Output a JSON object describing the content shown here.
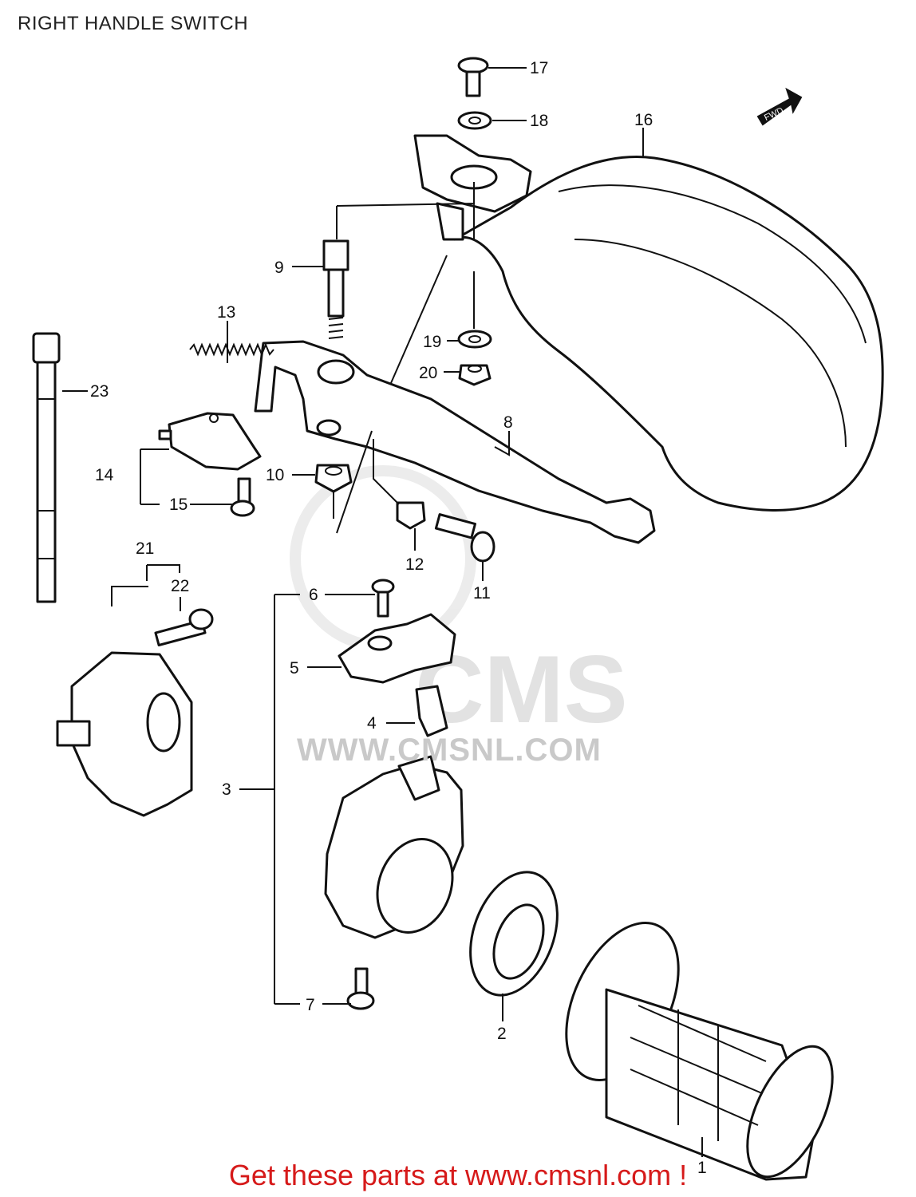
{
  "diagram": {
    "title": "RIGHT HANDLE SWITCH",
    "fwd_label": "FWD",
    "watermark": "WWW.CMSNL.COM",
    "watermark_logo": "CMS",
    "footer": "Get these parts at www.cmsnl.com !",
    "footer_color": "#d61a1a",
    "callouts": [
      "1",
      "2",
      "3",
      "4",
      "5",
      "6",
      "7",
      "8",
      "9",
      "10",
      "11",
      "12",
      "13",
      "14",
      "15",
      "16",
      "17",
      "18",
      "19",
      "20",
      "21",
      "22",
      "23"
    ],
    "parts": [
      {
        "ref": "1",
        "name": "grip"
      },
      {
        "ref": "2",
        "name": "throttle-drum"
      },
      {
        "ref": "3",
        "name": "switch-housing-assembly"
      },
      {
        "ref": "4",
        "name": "clip"
      },
      {
        "ref": "5",
        "name": "cable-cover-plate"
      },
      {
        "ref": "6",
        "name": "screw"
      },
      {
        "ref": "7",
        "name": "screw"
      },
      {
        "ref": "8",
        "name": "brake-lever"
      },
      {
        "ref": "9",
        "name": "bolt"
      },
      {
        "ref": "10",
        "name": "nut"
      },
      {
        "ref": "11",
        "name": "adjuster-bolt"
      },
      {
        "ref": "12",
        "name": "nut"
      },
      {
        "ref": "13",
        "name": "spring"
      },
      {
        "ref": "14",
        "name": "stop-switch"
      },
      {
        "ref": "15",
        "name": "screw"
      },
      {
        "ref": "16",
        "name": "hand-guard"
      },
      {
        "ref": "17",
        "name": "screw"
      },
      {
        "ref": "18",
        "name": "washer"
      },
      {
        "ref": "19",
        "name": "washer"
      },
      {
        "ref": "20",
        "name": "nut"
      },
      {
        "ref": "21",
        "name": "switch-cover"
      },
      {
        "ref": "22",
        "name": "screw"
      },
      {
        "ref": "23",
        "name": "cable-tie"
      }
    ]
  }
}
